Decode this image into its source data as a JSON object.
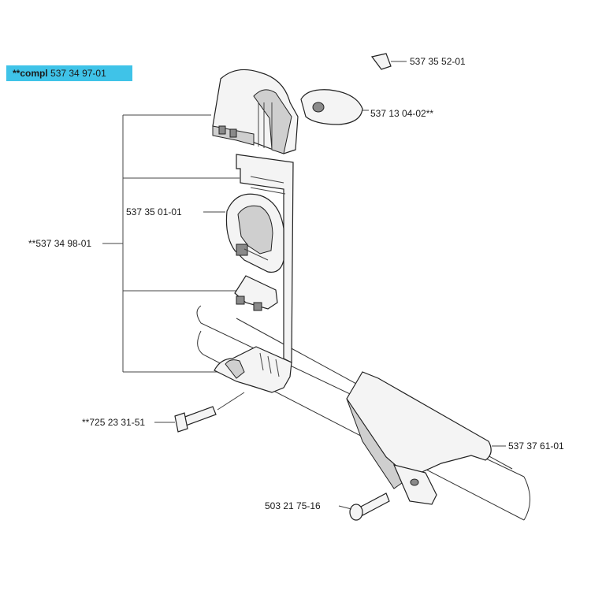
{
  "title_box": {
    "prefix": "**compl",
    "number": "537 34 97-01",
    "highlight_color": "#3fc3e8"
  },
  "labels": {
    "top_right": "537 35 52-01",
    "knob": "537 13 04-02**",
    "loop": "537 35 01-01",
    "assembly": "**537 34 98-01",
    "screw_left": "**725 23 31-51",
    "handle": "537 37 61-01",
    "screw_bottom": "503 21 75-16"
  }
}
